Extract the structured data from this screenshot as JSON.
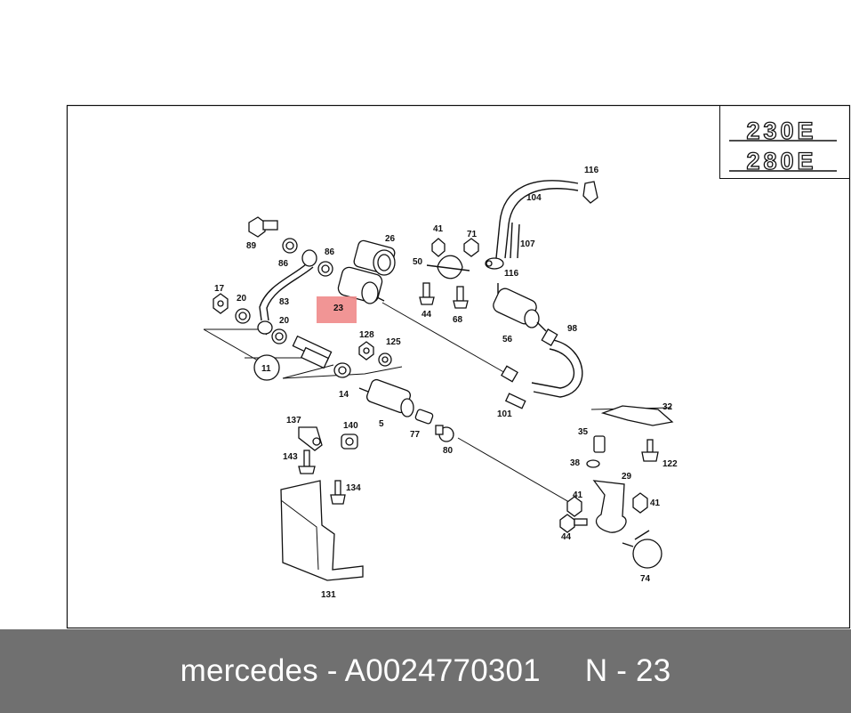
{
  "footer": {
    "brand": "mercedes",
    "part_number": "A0024770301",
    "ref": "N - 23",
    "text": "mercedes - A0024770301",
    "background": "#707070",
    "text_color": "#ffffff"
  },
  "badges": [
    "230E",
    "280E"
  ],
  "highlight": {
    "label": "23",
    "color": "#f08a8a"
  },
  "callouts": [
    {
      "id": "c89",
      "label": "89"
    },
    {
      "id": "c86a",
      "label": "86"
    },
    {
      "id": "c86b",
      "label": "86"
    },
    {
      "id": "c26",
      "label": "26"
    },
    {
      "id": "c41a",
      "label": "41"
    },
    {
      "id": "c71",
      "label": "71"
    },
    {
      "id": "c116a",
      "label": "116"
    },
    {
      "id": "c104",
      "label": "104"
    },
    {
      "id": "c107",
      "label": "107"
    },
    {
      "id": "c116b",
      "label": "116"
    },
    {
      "id": "c50",
      "label": "50"
    },
    {
      "id": "c17",
      "label": "17"
    },
    {
      "id": "c20a",
      "label": "20"
    },
    {
      "id": "c83",
      "label": "83"
    },
    {
      "id": "c20b",
      "label": "20"
    },
    {
      "id": "c44a",
      "label": "44"
    },
    {
      "id": "c68",
      "label": "68"
    },
    {
      "id": "c56",
      "label": "56"
    },
    {
      "id": "c98",
      "label": "98"
    },
    {
      "id": "c128",
      "label": "128"
    },
    {
      "id": "c125",
      "label": "125"
    },
    {
      "id": "c11",
      "label": "11"
    },
    {
      "id": "c14",
      "label": "14"
    },
    {
      "id": "c5",
      "label": "5"
    },
    {
      "id": "c101",
      "label": "101"
    },
    {
      "id": "c32",
      "label": "32"
    },
    {
      "id": "c137",
      "label": "137"
    },
    {
      "id": "c140",
      "label": "140"
    },
    {
      "id": "c77",
      "label": "77"
    },
    {
      "id": "c80",
      "label": "80"
    },
    {
      "id": "c35",
      "label": "35"
    },
    {
      "id": "c143",
      "label": "143"
    },
    {
      "id": "c122",
      "label": "122"
    },
    {
      "id": "c38",
      "label": "38"
    },
    {
      "id": "c134",
      "label": "134"
    },
    {
      "id": "c29",
      "label": "29"
    },
    {
      "id": "c41b",
      "label": "41"
    },
    {
      "id": "c41c",
      "label": "41"
    },
    {
      "id": "c44b",
      "label": "44"
    },
    {
      "id": "c74",
      "label": "74"
    },
    {
      "id": "c131",
      "label": "131"
    }
  ]
}
